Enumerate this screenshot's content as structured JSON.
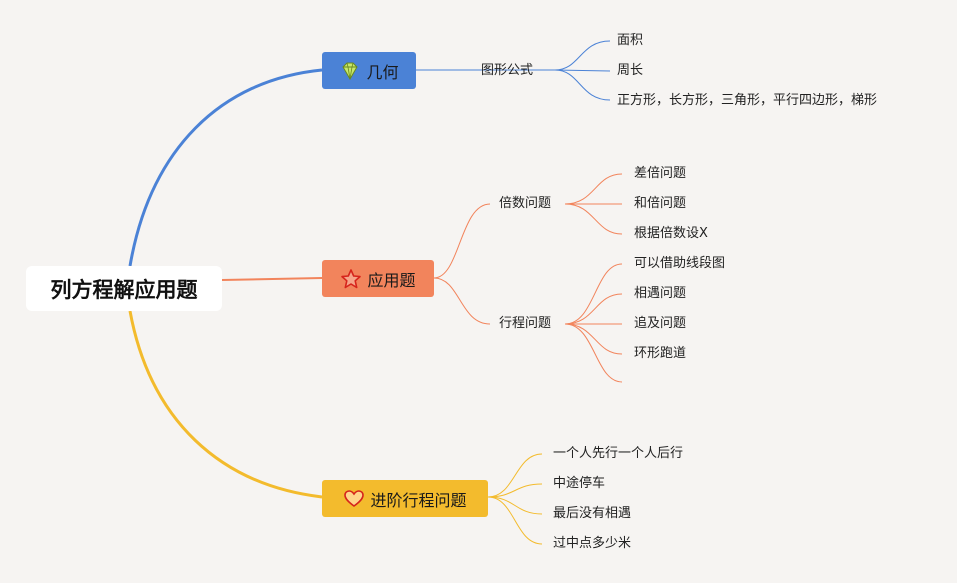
{
  "root": {
    "title": "列方程解应用题"
  },
  "branches": [
    {
      "label": "几何",
      "icon": "diamond-icon",
      "color": "#4b82d6",
      "groups": [
        {
          "label": "图形公式",
          "items": [
            "面积",
            "周长",
            "正方形，长方形，三角形，平行四边形，梯形"
          ]
        }
      ]
    },
    {
      "label": "应用题",
      "icon": "star-icon",
      "color": "#f2845c",
      "groups": [
        {
          "label": "倍数问题",
          "items": [
            "差倍问题",
            "和倍问题",
            "根据倍数设X"
          ]
        },
        {
          "label": "行程问题",
          "items": [
            "可以借助线段图",
            "相遇问题",
            "追及问题",
            "环形跑道"
          ]
        }
      ]
    },
    {
      "label": "进阶行程问题",
      "icon": "heart-icon",
      "color": "#f3bb2d",
      "items": [
        "一个人先行一个人后行",
        "中途停车",
        "最后没有相遇",
        "过中点多少米"
      ]
    }
  ]
}
